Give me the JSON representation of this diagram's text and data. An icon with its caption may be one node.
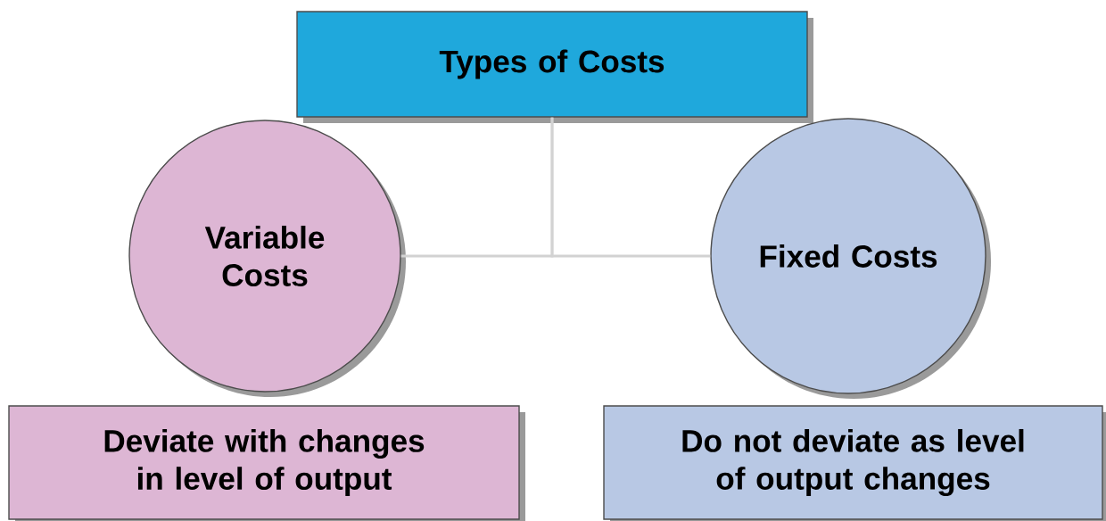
{
  "diagram": {
    "nodes": [
      {
        "text": [
          "Types of Costs"
        ]
      },
      {
        "text": [
          "Variable Costs"
        ]
      },
      {
        "text": [
          "Fixed Costs"
        ]
      },
      {
        "text": [
          "Deviate with changes in level of output"
        ]
      },
      {
        "text": [
          "Do not deviate as level of output changes"
        ]
      }
    ],
    "edges": [
      {
        "from": 0,
        "to": 1,
        "arrow": "none"
      },
      {
        "from": 0,
        "to": 2,
        "arrow": "none"
      }
    ]
  }
}
